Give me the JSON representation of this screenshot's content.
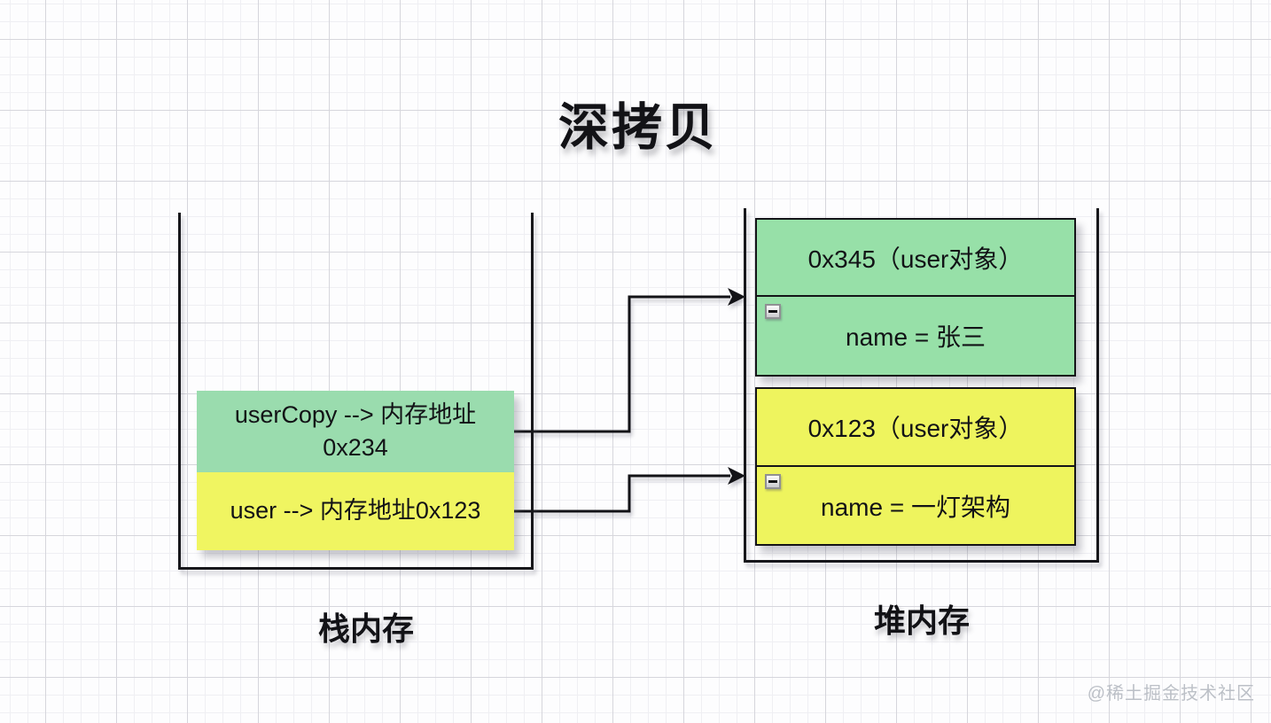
{
  "title": "深拷贝",
  "stack": {
    "label": "栈内存",
    "variables": [
      {
        "id": "userCopy",
        "line1": "userCopy --> 内存地址",
        "line2": "0x234"
      },
      {
        "id": "user",
        "line1": "user --> 内存地址0x123"
      }
    ]
  },
  "heap": {
    "label": "堆内存",
    "objects": [
      {
        "address": "0x345（user对象）",
        "property": "name = 张三",
        "expander": "minus-icon"
      },
      {
        "address": "0x123（user对象）",
        "property": "name = 一灯架构",
        "expander": "minus-icon"
      }
    ]
  },
  "watermark": "@稀土掘金技术社区",
  "colors": {
    "stack_green": "#9adcae",
    "stack_yellow": "#f0f561",
    "heap_green": "#97e0a8",
    "heap_yellow": "#eef45e",
    "line_black": "#131317",
    "grid_major": "#d6d6dc",
    "grid_minor": "#efeff3",
    "watermark_gray": "#bcc0c7"
  }
}
